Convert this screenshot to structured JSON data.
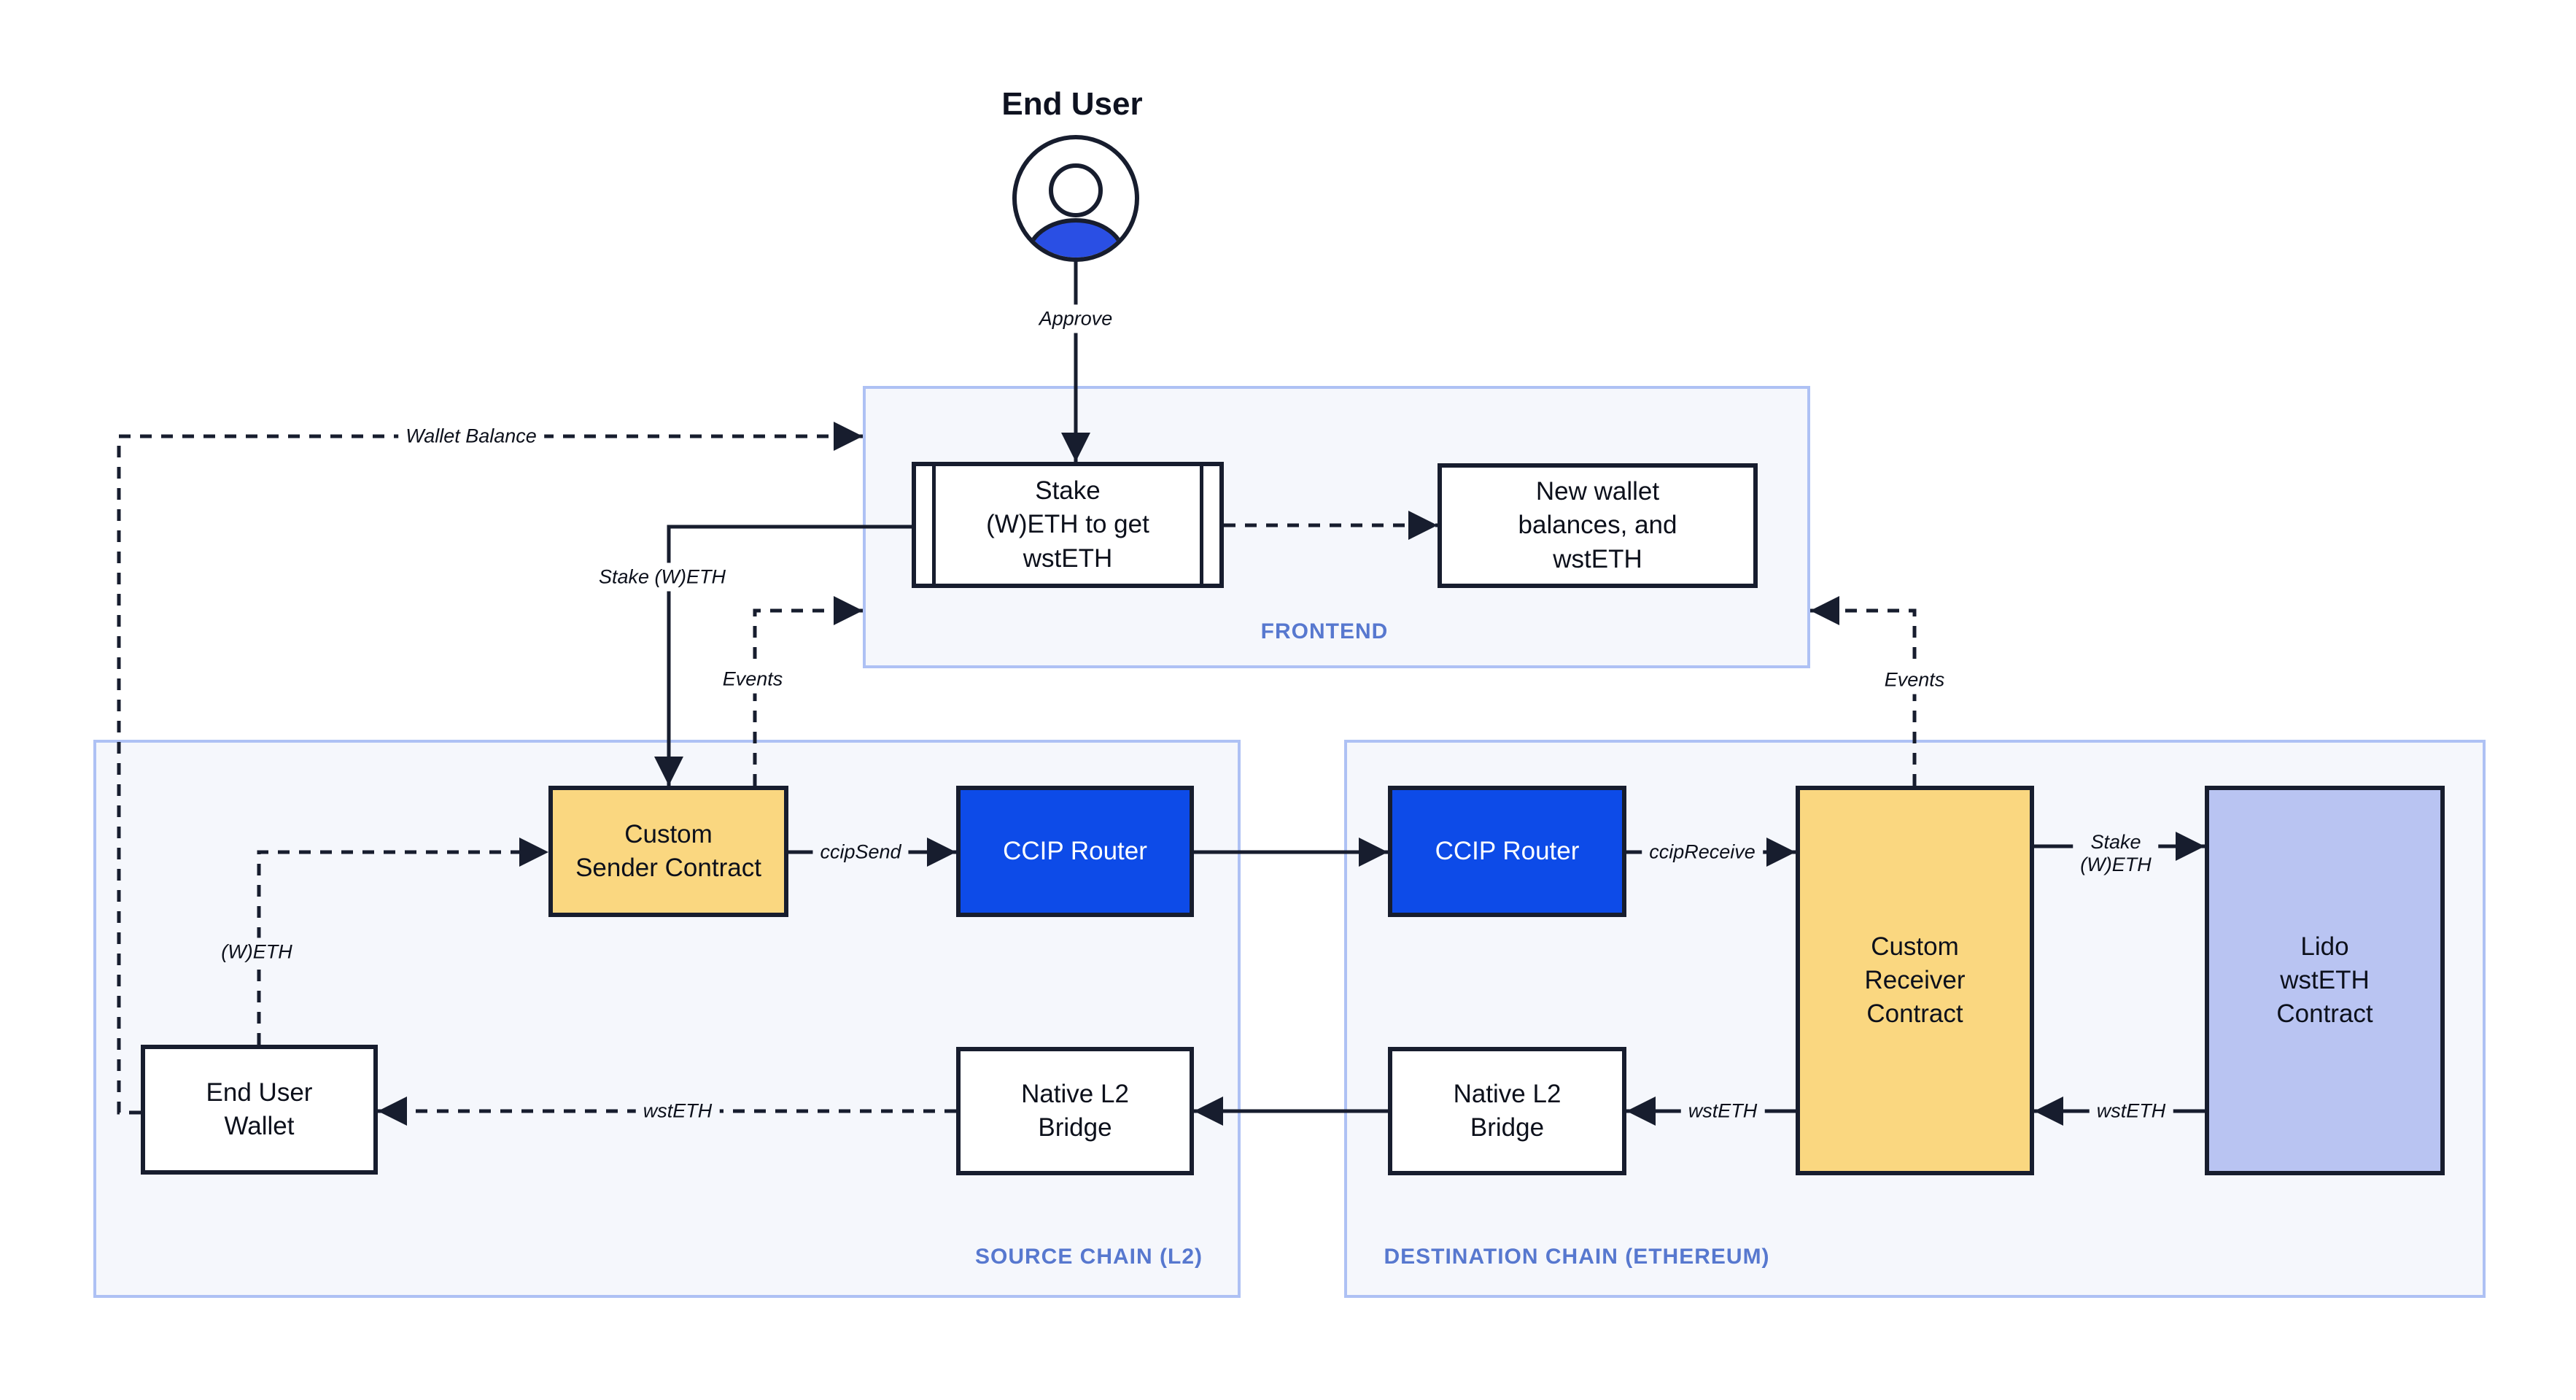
{
  "title": "End User",
  "colors": {
    "ink": "#171d2e",
    "accent_blue": "#0d4be8",
    "person_blue": "#2a4fe4",
    "yellow": "#fad780",
    "lavender": "#b9c4f2",
    "container_border": "#aec1f4",
    "container_fill": "#f5f7fc",
    "label_blue": "#5778cf",
    "page_bg": "#ffffff"
  },
  "containers": {
    "frontend": {
      "label": "FRONTEND"
    },
    "source": {
      "label": "SOURCE CHAIN (L2)"
    },
    "destination": {
      "label": "DESTINATION CHAIN (ETHEREUM)"
    }
  },
  "nodes": {
    "stake_widget": {
      "text": "Stake\n(W)ETH to get\nwstETH"
    },
    "new_wallet": {
      "text": "New wallet\nbalances, and\nwstETH"
    },
    "custom_sender": {
      "text": "Custom\nSender Contract"
    },
    "ccip_router_source": {
      "text": "CCIP Router"
    },
    "ccip_router_destination": {
      "text": "CCIP Router"
    },
    "custom_receiver": {
      "text": "Custom\nReceiver\nContract"
    },
    "lido": {
      "text": "Lido\nwstETH\nContract"
    },
    "end_user_wallet": {
      "text": "End User\nWallet"
    },
    "bridge_source": {
      "text": "Native L2\nBridge"
    },
    "bridge_destination": {
      "text": "Native L2\nBridge"
    }
  },
  "edge_labels": {
    "approve": "Approve",
    "wallet_balance": "Wallet Balance",
    "stake_weth": "Stake (W)ETH",
    "events_left": "Events",
    "events_right": "Events",
    "ccip_send": "ccipSend",
    "ccip_receive": "ccipReceive",
    "weth": "(W)ETH",
    "wsteth_left": "wstETH",
    "wsteth_mid": "wstETH",
    "wsteth_right": "wstETH",
    "stake_weth_right": "Stake\n(W)ETH"
  }
}
